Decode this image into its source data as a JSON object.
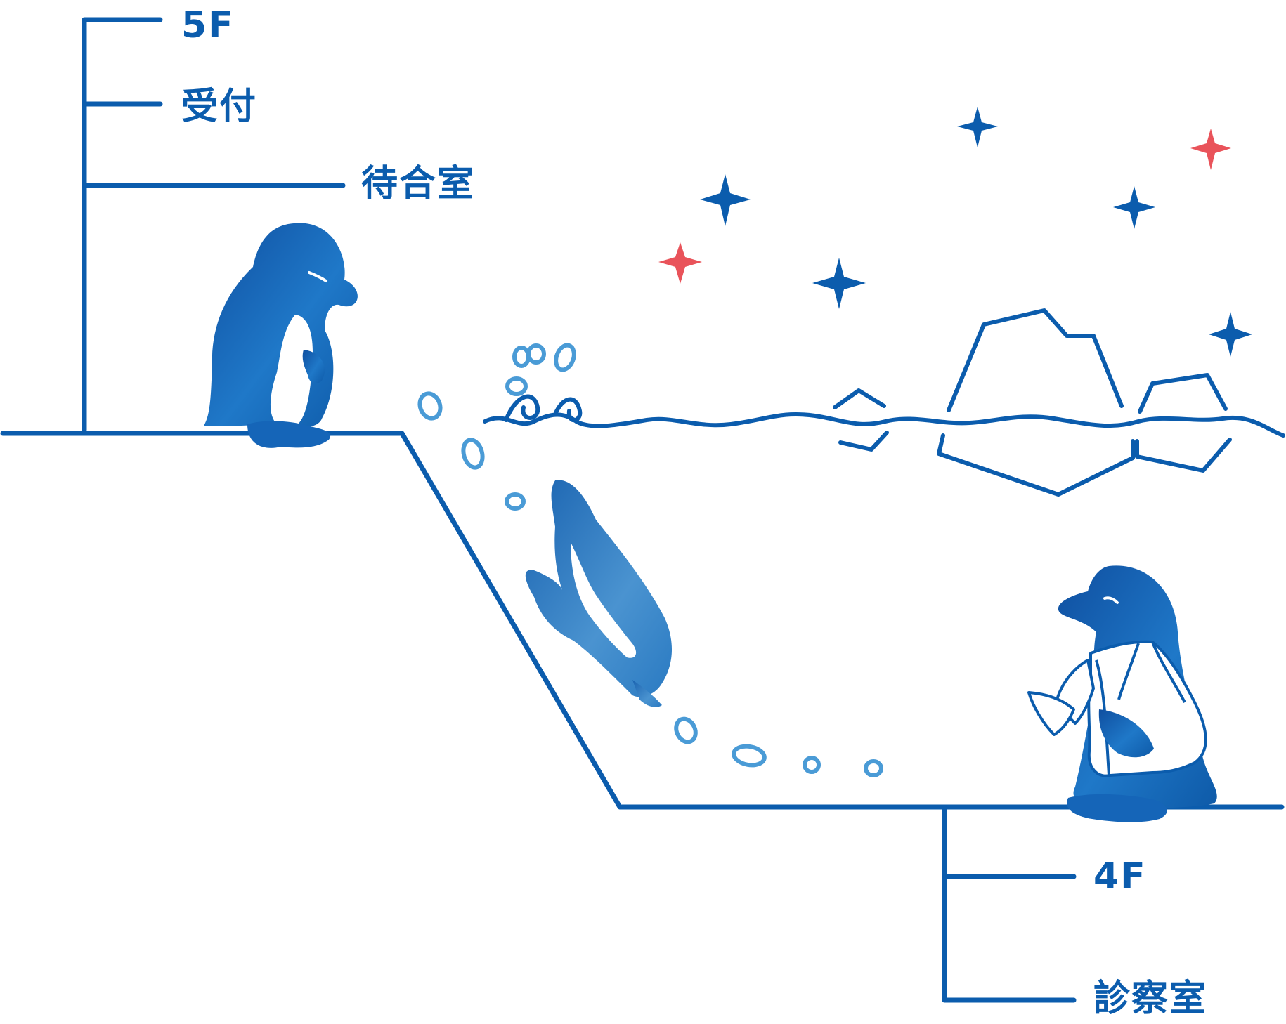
{
  "floors": {
    "upper": {
      "floor_label": "5F",
      "rooms": [
        "受付",
        "待合室"
      ]
    },
    "lower": {
      "floor_label": "4F",
      "rooms": [
        "診察室"
      ]
    }
  },
  "colors": {
    "line": "#0b5cad",
    "penguin": "#1565b8",
    "penguin_light": "#3f8fd0",
    "bubble": "#4a9bd6",
    "star_blue": "#0b5cad",
    "star_red": "#e9535a",
    "belly": "#ffffff"
  },
  "illustration": {
    "characters": [
      "penguin-standing-icon",
      "penguin-diving-icon",
      "penguin-doctor-icon"
    ],
    "scenery": [
      "sea-wave-icon",
      "iceberg-icon",
      "star-icon",
      "bubble-icon"
    ]
  }
}
